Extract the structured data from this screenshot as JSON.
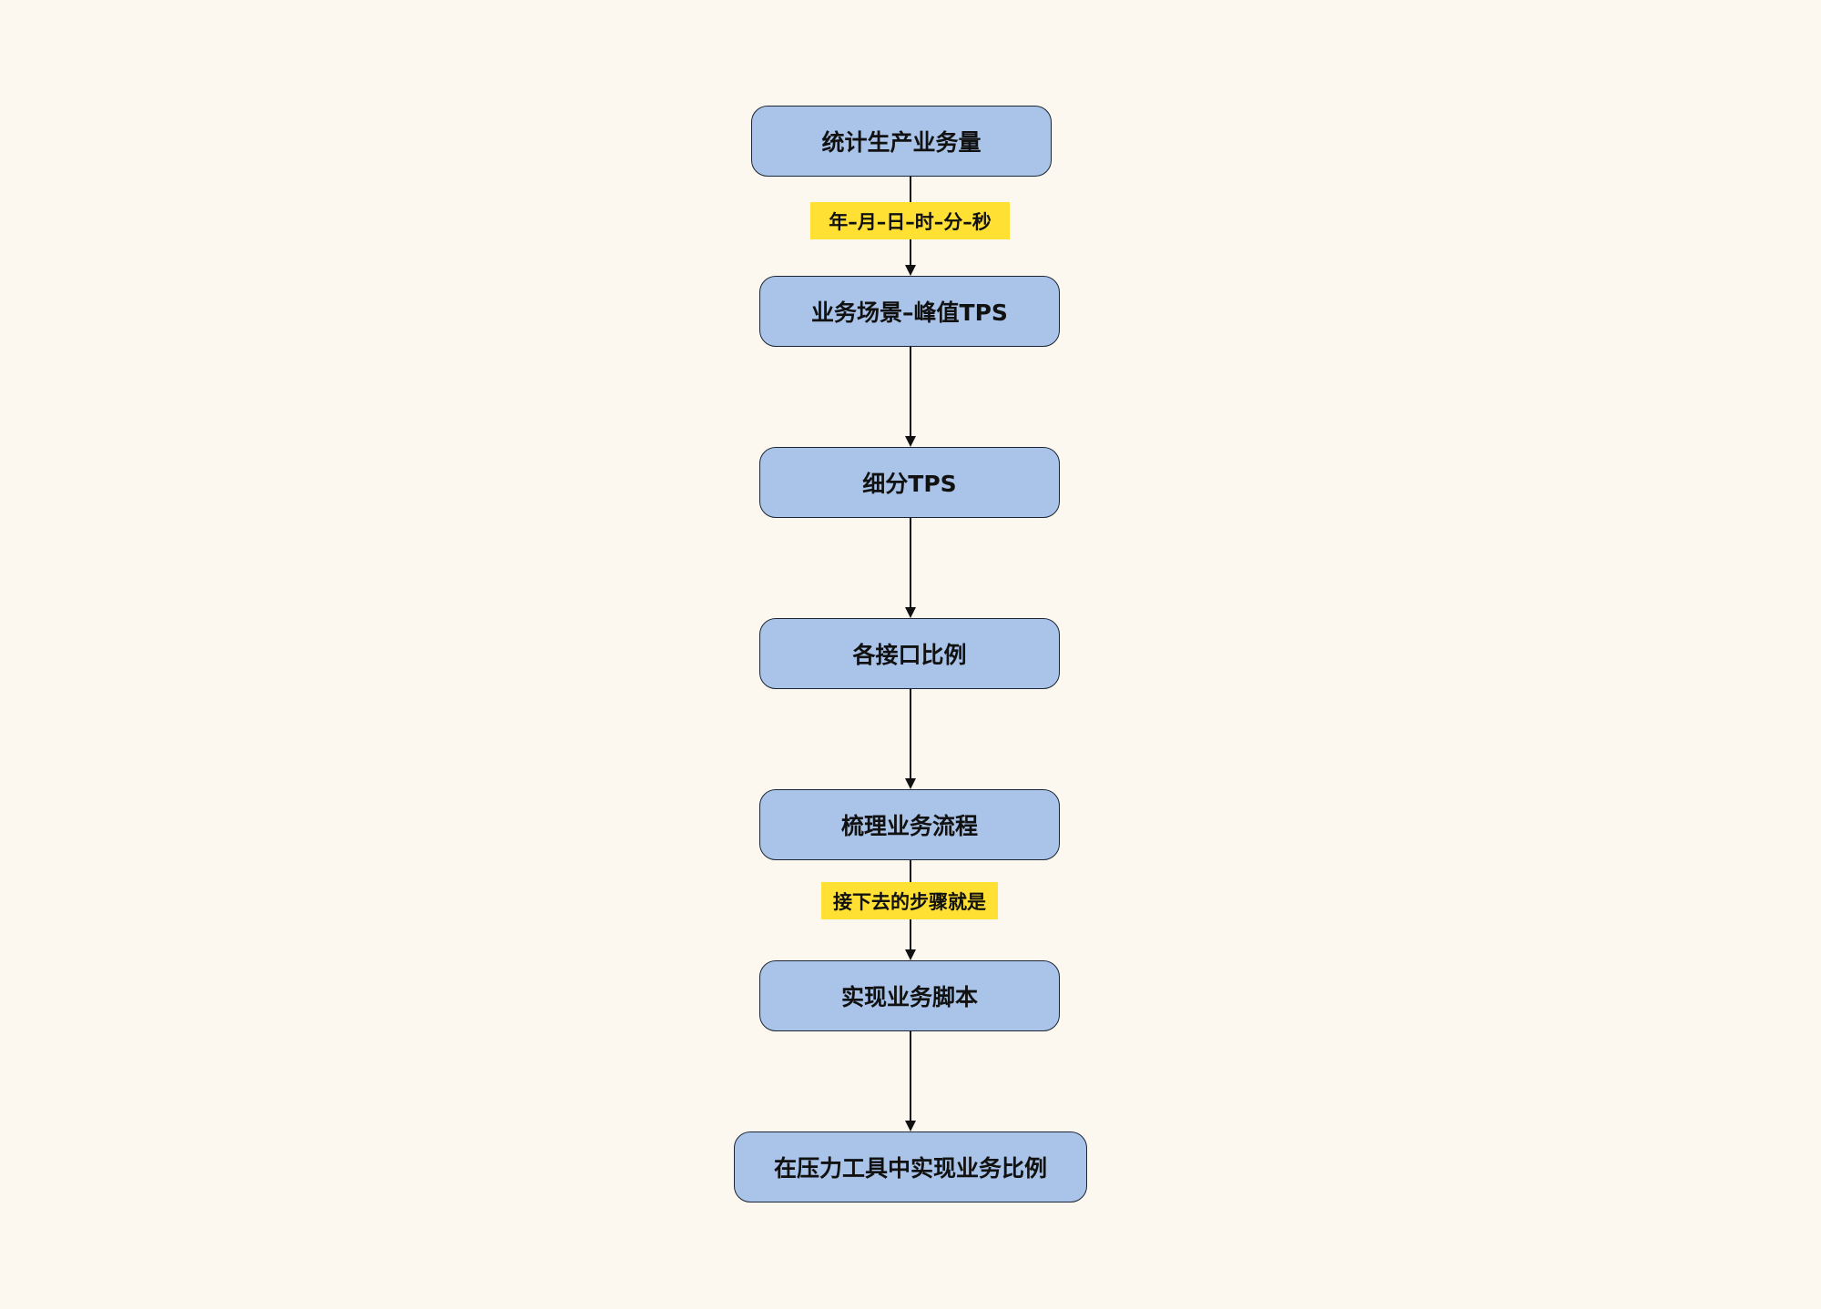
{
  "nodes": [
    {
      "id": "n1",
      "label": "统计生产业务量"
    },
    {
      "id": "n2",
      "label": "业务场景–峰值TPS"
    },
    {
      "id": "n3",
      "label": "细分TPS"
    },
    {
      "id": "n4",
      "label": "各接口比例"
    },
    {
      "id": "n5",
      "label": "梳理业务流程"
    },
    {
      "id": "n6",
      "label": "实现业务脚本"
    },
    {
      "id": "n7",
      "label": "在压力工具中实现业务比例"
    }
  ],
  "edges": [
    {
      "from": "n1",
      "to": "n2",
      "label": "年–月–日–时–分–秒"
    },
    {
      "from": "n2",
      "to": "n3",
      "label": ""
    },
    {
      "from": "n3",
      "to": "n4",
      "label": ""
    },
    {
      "from": "n4",
      "to": "n5",
      "label": ""
    },
    {
      "from": "n5",
      "to": "n6",
      "label": "接下去的步骤就是"
    },
    {
      "from": "n6",
      "to": "n7",
      "label": ""
    }
  ],
  "colors": {
    "background": "#fcf7ef",
    "node_fill": "#a9c4e8",
    "node_border": "#1c2533",
    "edge_label_fill": "#ffe033",
    "arrow": "#111111"
  }
}
